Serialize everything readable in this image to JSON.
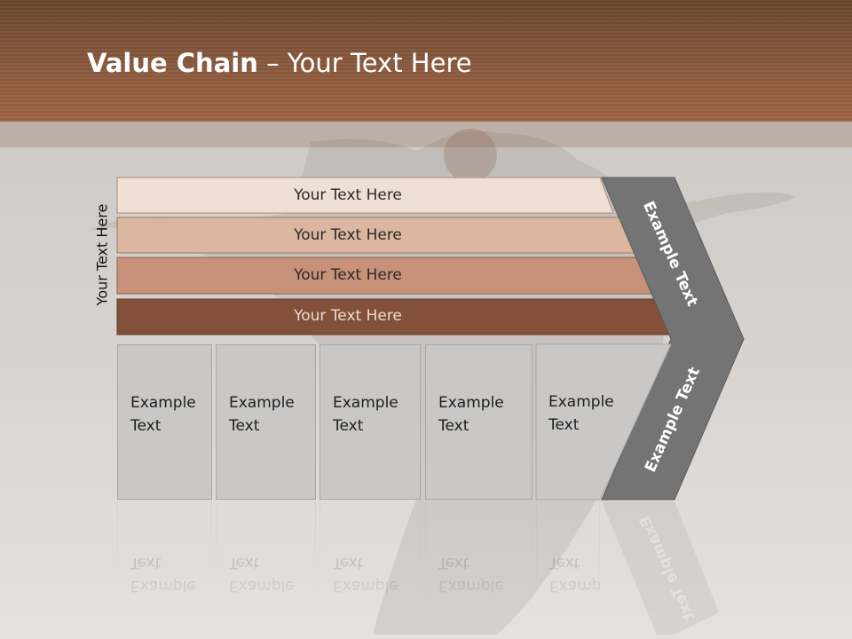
{
  "title": {
    "bold": "Value Chain",
    "rest": " – Your Text Here"
  },
  "side_label": "Your Text Here",
  "rows": [
    {
      "label": "Your Text Here",
      "color": "#efdfd5"
    },
    {
      "label": "Your Text Here",
      "color": "#dcb6a0"
    },
    {
      "label": "Your Text Here",
      "color": "#c8917a"
    },
    {
      "label": "Your Text Here",
      "color": "#83503a"
    }
  ],
  "cards": [
    {
      "line1": "Example",
      "line2": "Text"
    },
    {
      "line1": "Example",
      "line2": "Text"
    },
    {
      "line1": "Example",
      "line2": "Text"
    },
    {
      "line1": "Example",
      "line2": "Text"
    },
    {
      "line1": "Example",
      "line2": "Text"
    }
  ],
  "chevron": {
    "top_text": "Example Text",
    "bottom_text": "Example Text",
    "color": "#747474"
  }
}
